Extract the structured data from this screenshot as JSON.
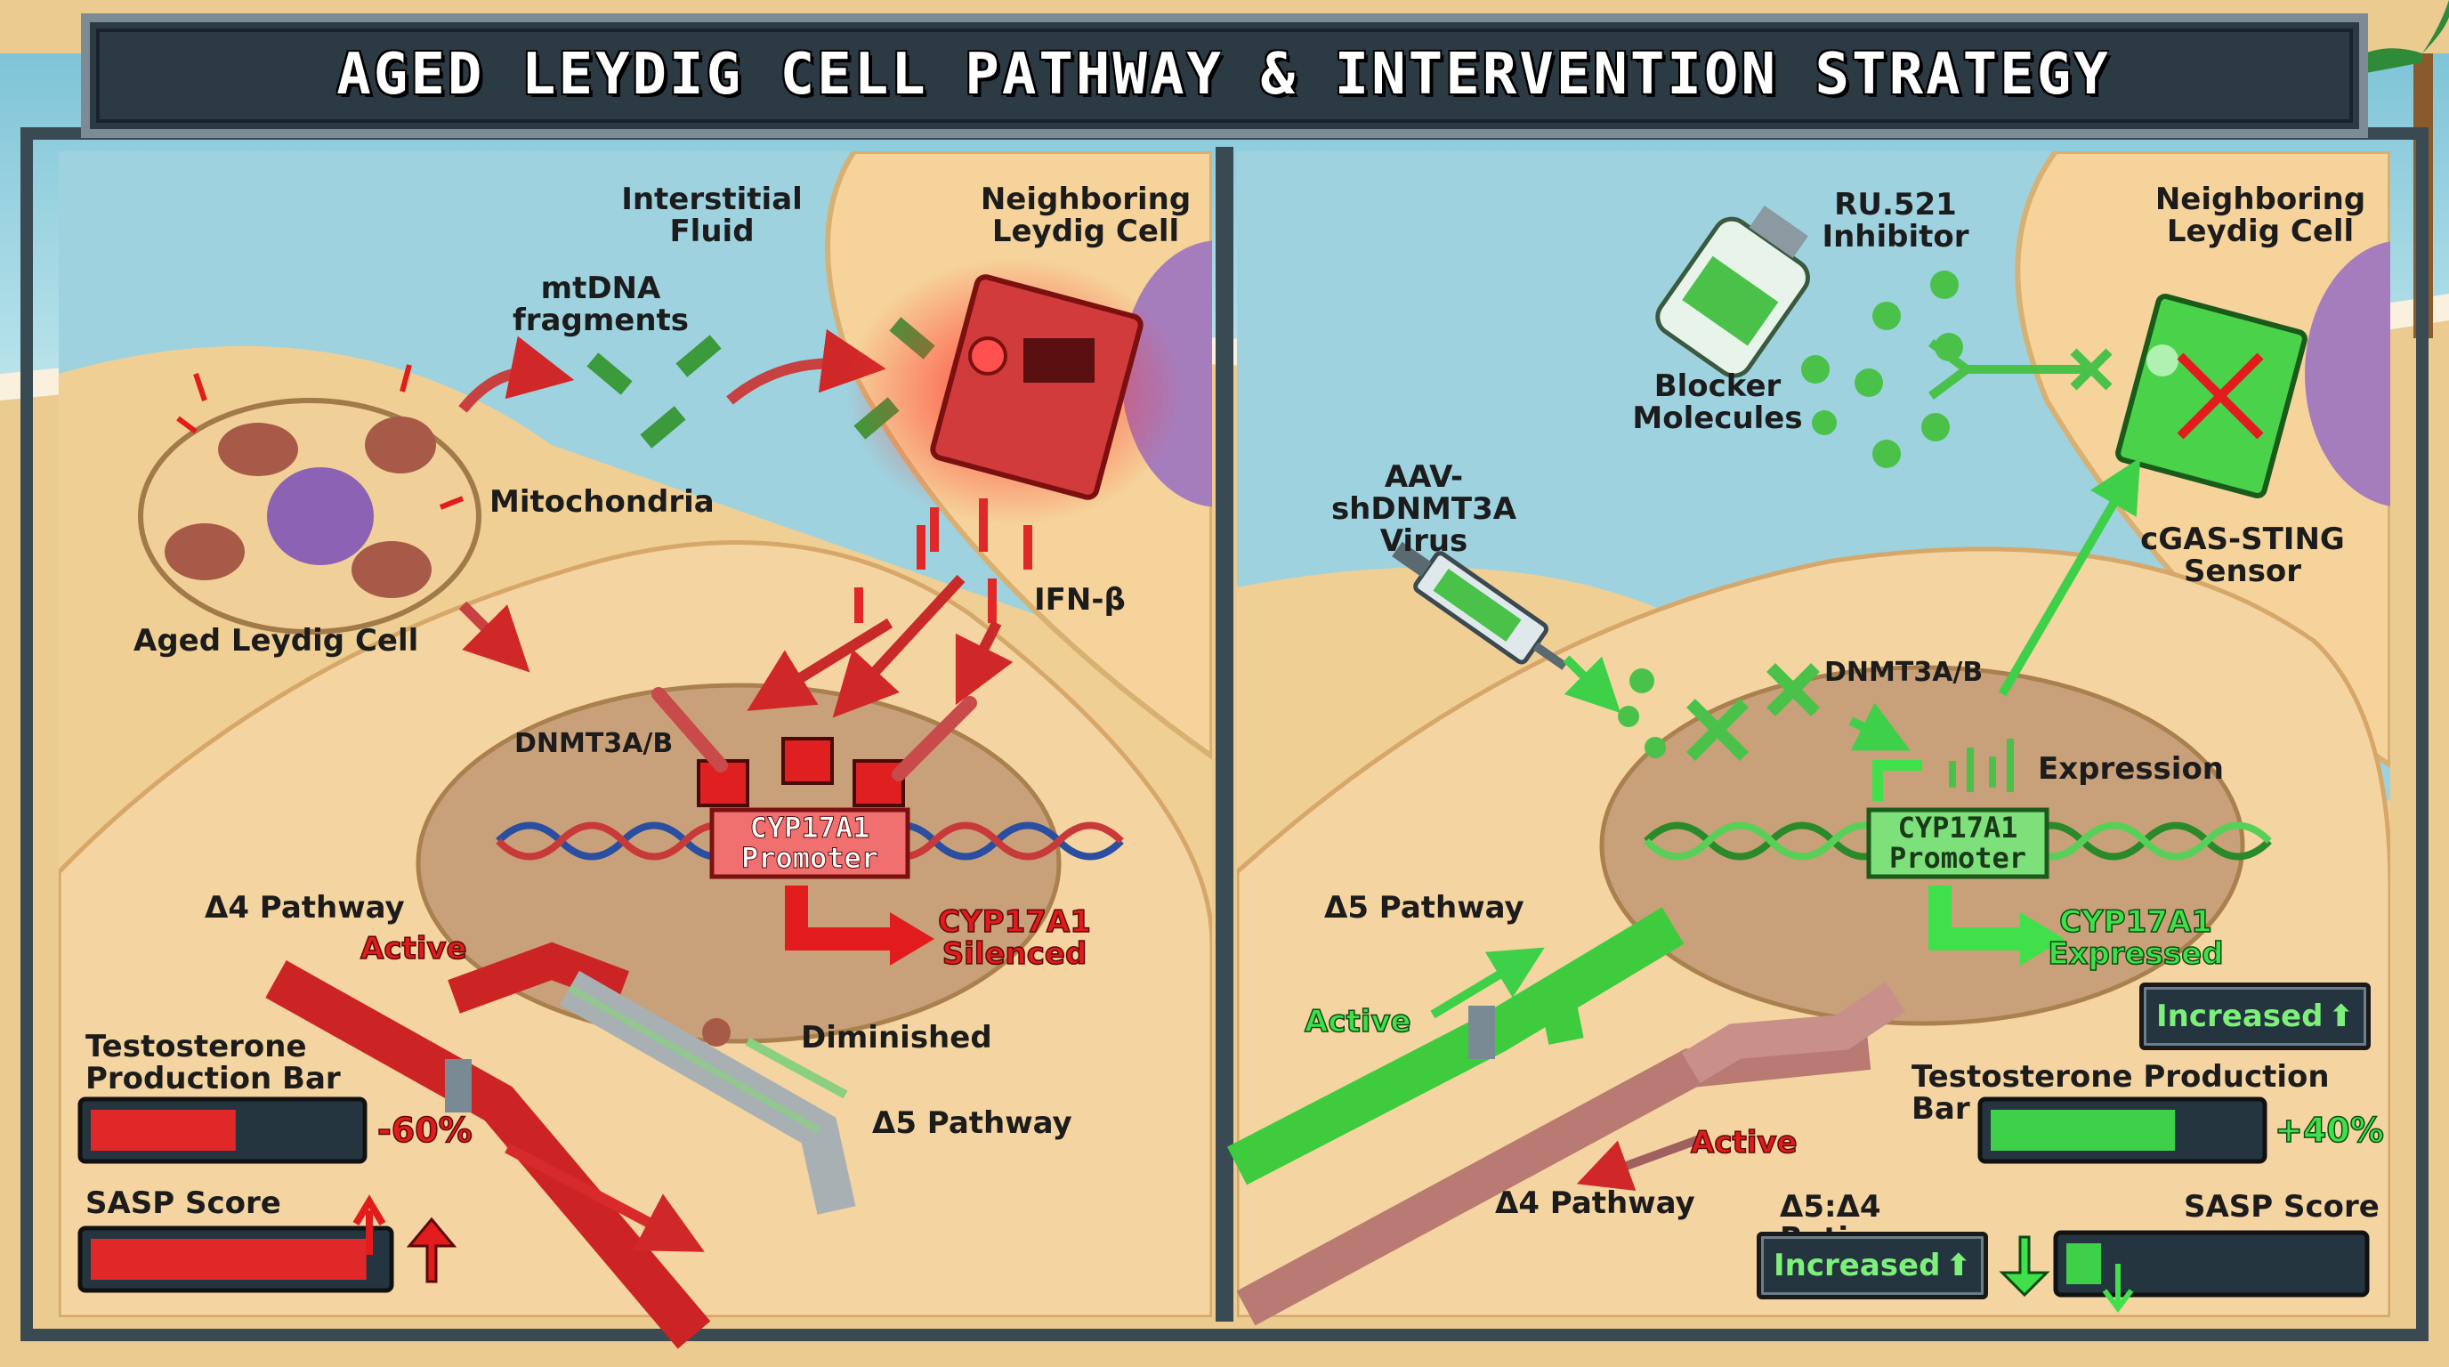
{
  "title": "AGED LEYDIG CELL PATHWAY & INTERVENTION STRATEGY",
  "left_panel": {
    "interstitial_fluid": "Interstitial\nFluid",
    "neighboring_cell": "Neighboring\nLeydig Cell",
    "mtdna_fragments": "mtDNA\nfragments",
    "mitochondria": "Mitochondria",
    "aged_cell": "Aged Leydig Cell",
    "ifn_beta": "IFN-β",
    "dnmt": "DNMT3A/B",
    "promoter": "CYP17A1\nPromoter",
    "silenced": "CYP17A1\nSilenced",
    "d4_pathway": "Δ4 Pathway",
    "d4_active": "Active",
    "diminished": "Diminished",
    "d5_pathway": "Δ5 Pathway",
    "testosterone_label": "Testosterone\nProduction Bar",
    "testosterone_change": "-60%",
    "testosterone_fill": 0.55,
    "sasp_label": "SASP Score",
    "sasp_fill": 0.95
  },
  "right_panel": {
    "ru521": "RU.521\nInhibitor",
    "neighboring_cell": "Neighboring\nLeydig Cell",
    "blocker": "Blocker\nMolecules",
    "aav": "AAV-shDNMT3A\nVirus",
    "cgas": "cGAS-STING\nSensor",
    "dnmt": "DNMT3A/B",
    "expression": "Expression",
    "promoter": "CYP17A1\nPromoter",
    "expressed": "CYP17A1\nExpressed",
    "d5_pathway": "Δ5 Pathway",
    "d5_active": "Active",
    "increased_top": "Increased",
    "testosterone_label": "Testosterone Production Bar",
    "testosterone_change": "+40%",
    "testosterone_fill": 0.7,
    "d4_active": "Active",
    "d4_pathway": "Δ4 Pathway",
    "ratio_label": "Δ5:Δ4 Ratio",
    "ratio_badge": "Increased",
    "sasp_label": "SASP Score",
    "sasp_fill": 0.12
  },
  "colors": {
    "red": "#e21c1c",
    "green": "#3fe04a",
    "frame": "#3a4a52",
    "sand": "#eec98e",
    "water": "#9fd3e0"
  }
}
